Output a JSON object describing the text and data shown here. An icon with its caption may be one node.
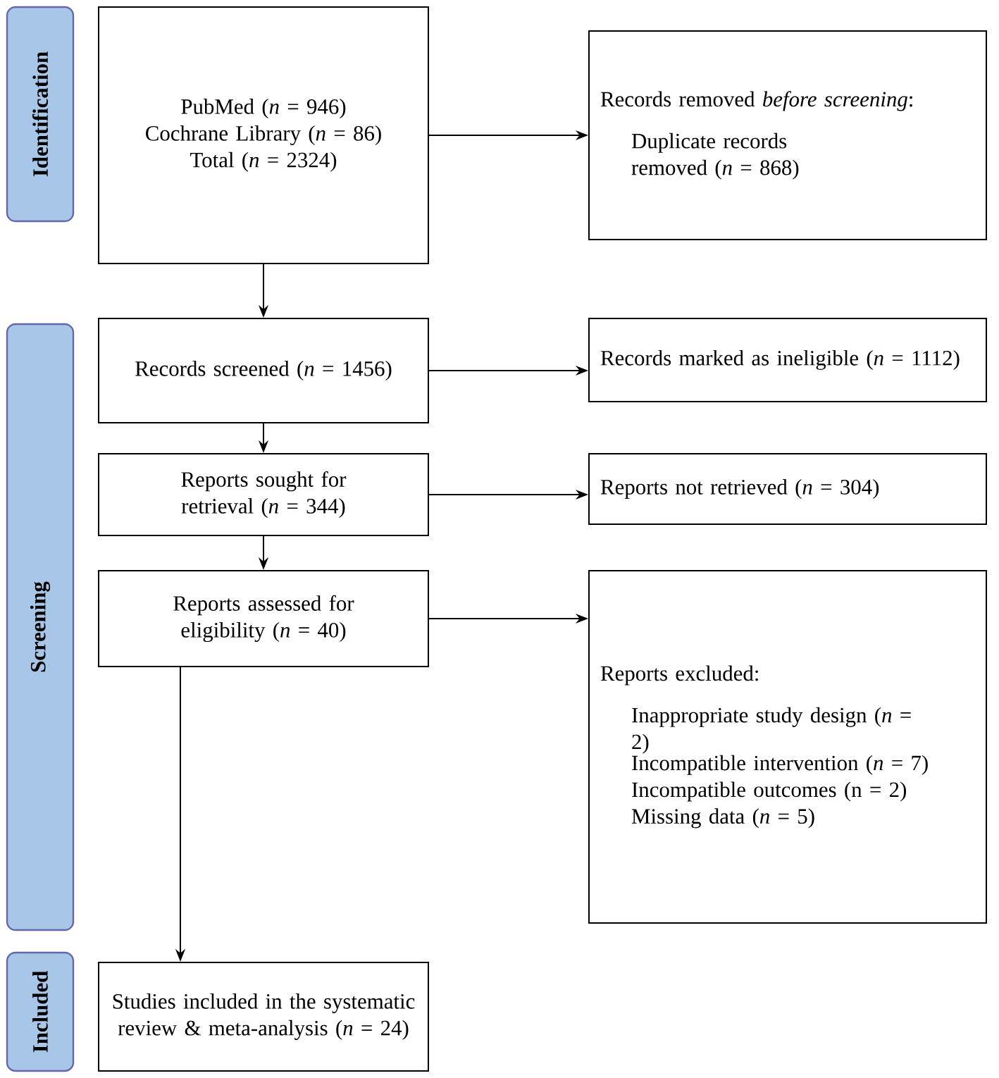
{
  "diagram": {
    "nodes": [
      {
        "text": [
          "Identification"
        ]
      },
      {
        "text": [
          "Screening"
        ]
      },
      {
        "text": [
          "Included"
        ]
      },
      {
        "text": [
          "PubMed (*n* = 946)",
          "Cochrane Library (*n* = 86)",
          "Total (*n* = 2324)"
        ]
      },
      {
        "text": [
          "Records removed *before screening*:",
          "Duplicate records removed (*n* = 868)"
        ]
      },
      {
        "text": [
          "Records screened (*n* = 1456)"
        ]
      },
      {
        "text": [
          "Records marked as ineligible (*n* = 1112)"
        ]
      },
      {
        "text": [
          "Reports sought for retrieval (*n* = 344)"
        ]
      },
      {
        "text": [
          "Reports not retrieved (*n* = 304)"
        ]
      },
      {
        "text": [
          "Reports assessed for eligibility (*n* = 40)"
        ]
      },
      {
        "text": [
          "Reports excluded:",
          "Inappropriate study design (*n* = 2)",
          "Incompatible intervention (*n* = 7)",
          "Incompatible outcomes (n = 2)",
          "Missing data (*n* = 5)"
        ]
      },
      {
        "text": [
          "Studies included in the systematic review & meta-analysis (*n* = 24)"
        ]
      }
    ],
    "edges": [
      {
        "from": 3,
        "to": 4,
        "arrow": "to"
      },
      {
        "from": 3,
        "to": 5,
        "arrow": "to"
      },
      {
        "from": 5,
        "to": 6,
        "arrow": "to"
      },
      {
        "from": 5,
        "to": 7,
        "arrow": "to"
      },
      {
        "from": 7,
        "to": 8,
        "arrow": "to"
      },
      {
        "from": 7,
        "to": 9,
        "arrow": "to"
      },
      {
        "from": 9,
        "to": 10,
        "arrow": "to"
      },
      {
        "from": 9,
        "to": 11,
        "arrow": "to"
      }
    ]
  }
}
